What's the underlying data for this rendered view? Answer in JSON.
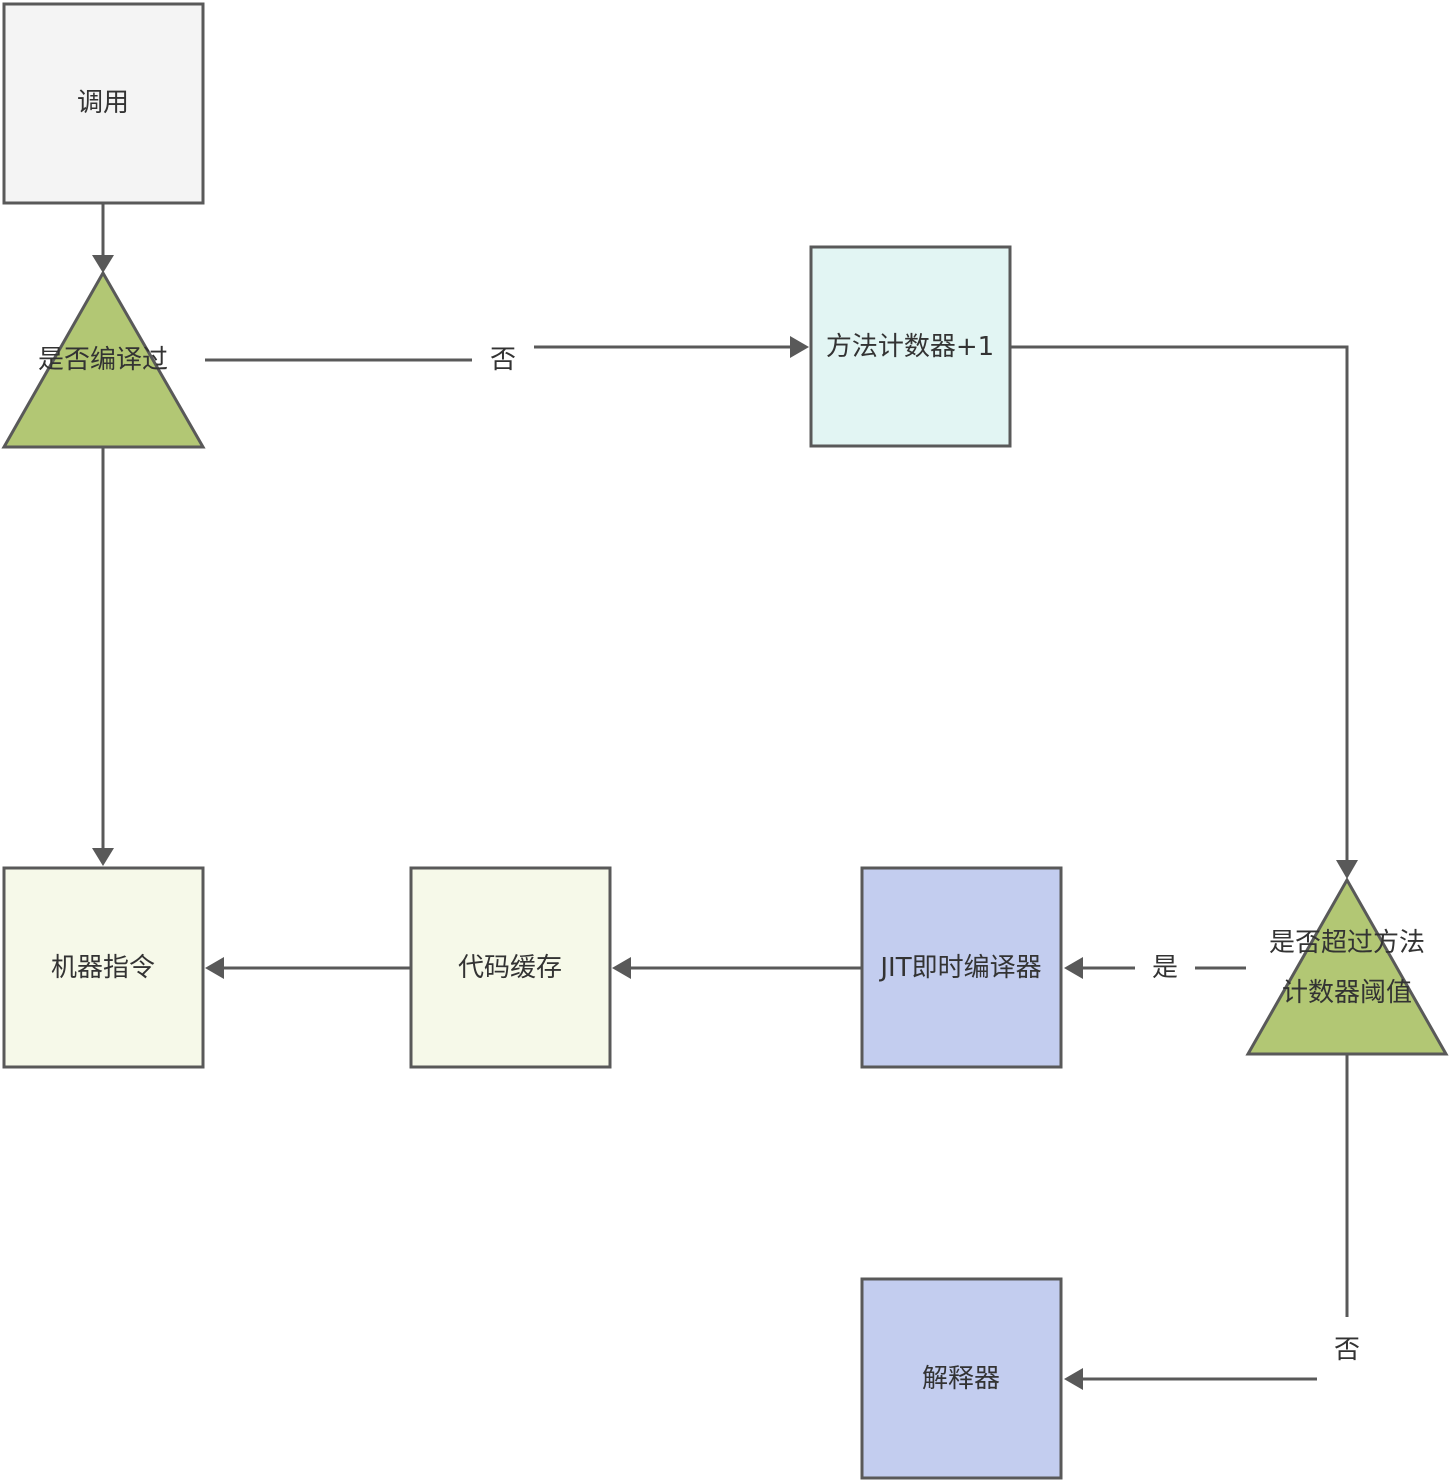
{
  "diagram": {
    "title": "JIT compilation flow",
    "nodes": {
      "invoke": {
        "label": "调用",
        "shape": "rectangle",
        "fill": "#f4f4f4"
      },
      "compiled_check": {
        "label": "是否编译过",
        "shape": "triangle",
        "fill": "#b2c774"
      },
      "method_counter": {
        "label": "方法计数器+1",
        "shape": "rectangle",
        "fill": "#e2f5f3"
      },
      "threshold_check": {
        "label_line1": "是否超过方法",
        "label_line2": "计数器阈值",
        "shape": "triangle",
        "fill": "#b2c774"
      },
      "jit_compiler": {
        "label": "JIT即时编译器",
        "shape": "rectangle",
        "fill": "#c3cdef"
      },
      "code_cache": {
        "label": "代码缓存",
        "shape": "rectangle",
        "fill": "#f6f9e9"
      },
      "machine_code": {
        "label": "机器指令",
        "shape": "rectangle",
        "fill": "#f6f9e9"
      },
      "interpreter": {
        "label": "解释器",
        "shape": "rectangle",
        "fill": "#c3cdef"
      }
    },
    "edges": [
      {
        "from": "invoke",
        "to": "compiled_check",
        "label": ""
      },
      {
        "from": "compiled_check",
        "to": "method_counter",
        "label": "否"
      },
      {
        "from": "compiled_check",
        "to": "machine_code",
        "label": ""
      },
      {
        "from": "method_counter",
        "to": "threshold_check",
        "label": ""
      },
      {
        "from": "threshold_check",
        "to": "jit_compiler",
        "label": "是"
      },
      {
        "from": "threshold_check",
        "to": "interpreter",
        "label": "否"
      },
      {
        "from": "jit_compiler",
        "to": "code_cache",
        "label": ""
      },
      {
        "from": "code_cache",
        "to": "machine_code",
        "label": ""
      }
    ],
    "edge_labels": {
      "no_compiled": "否",
      "yes_threshold": "是",
      "no_threshold": "否"
    },
    "colors": {
      "stroke": "#595959",
      "text": "#333333"
    }
  }
}
